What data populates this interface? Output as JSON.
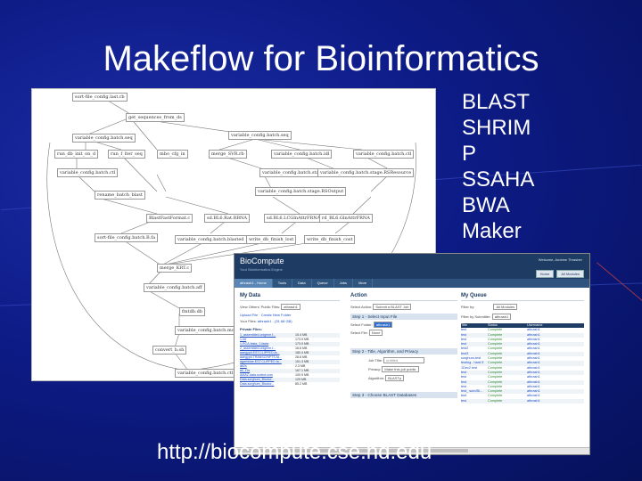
{
  "slide": {
    "title": "Makeflow for Bioinformatics",
    "tools": [
      "BLAST",
      "SHRIM",
      "P",
      "SSAHA",
      "BWA",
      "Maker"
    ],
    "url": "http://biocompute.cse.nd.edu"
  },
  "workflow": {
    "nodes": [
      "sort-file_config.last.rb",
      "get_sequences_from_ds",
      "variable_config.batch.seq",
      "variable_config.batch.seq",
      "run_db_init_on_d",
      "run_f_lter_seq",
      "mbo_cfg_in",
      "merge_SVR.rb",
      "variable_config.batch.idl",
      "variable_config.batch.ctl",
      "variable_config.batch.ctl",
      "variable_config.batch.stage.RSResource",
      "variable_config.batch.stage.RSResource",
      "variable_config.batch.stage.RSOutput",
      "BlastFastFormat.c",
      "rename_batch_blast",
      "sd.BL6.Rat.RBNA",
      "sd.BL6.LCGlnAttrFRNA",
      "rd_BL6.GlnAttrFRNA",
      "sort-file_config.batch.B.fa",
      "variable_config.batch.blasted",
      "write_db_finish_lost",
      "write_db_finish_cost",
      "merge_KRT.c",
      "variable_config.batch.aff",
      "fmtdb.db",
      "variable_config.batch.mod",
      "convert_b.sh",
      "variable_config.batch.ctl"
    ]
  },
  "biocompute": {
    "logo": "BioCompute",
    "subtitle": "Your Bioinformatics Engine",
    "user": "Welcome, Andrew Thrasher",
    "top_buttons": [
      "Home",
      "All Modules"
    ],
    "nav": [
      "athrash1 - Home",
      "Tools",
      "Data",
      "Queue",
      "Jobs",
      "More"
    ],
    "my_data": {
      "heading": "My Data",
      "view_label": "View Others' Public Files:",
      "view_value": "athrash1",
      "links": [
        "Upload File",
        "Create New Folder"
      ],
      "files_label": "Your Files:",
      "files_path": "athrash1 - (31.68 GB)",
      "private_label": "Private Files:",
      "files": [
        {
          "name": "1_assembled.unigene.f...",
          "size": "15.4 MB"
        },
        {
          "name": "1.ref",
          "size": "173.9 MB"
        },
        {
          "name": "1.RCA.fasta_1.fasta",
          "size": "173.9 MB"
        },
        {
          "name": "2_assembled.unigene.f...",
          "size": "16.6 MB"
        },
        {
          "name": "aaegypti.EST.CLIPPED.fa...",
          "size": "180.4 MB"
        },
        {
          "name": "aaegypti.TRANSCRIPTS.fa...",
          "size": "28.6 MB"
        },
        {
          "name": "agambiae.EST.CLIPPED.fa...",
          "size": "151.3 MB"
        },
        {
          "name": "ab2s",
          "size": "2.3 MB"
        },
        {
          "name": "all_11s",
          "size": "167.1 MB"
        },
        {
          "name": "AMAZ.data.sorted.com",
          "size": "100.9 MB"
        },
        {
          "name": "Data.sorghum_Bicolor...",
          "size": "129 MB"
        },
        {
          "name": "Data.sorghum_Bicolor...",
          "size": "85.2 MB"
        }
      ]
    },
    "action": {
      "heading": "Action",
      "select_label": "Select Action:",
      "select_value": "Submit a BLAST Job",
      "step1": "Step 1 - Select Input File",
      "folder_label": "Select Folder:",
      "folder_value": "athrash1",
      "file_label": "Select File:",
      "file_value": "None",
      "step2": "Step 2 - Title, Algorithm, and Privacy",
      "jobtitle_label": "Job Title:",
      "jobtitle_value": "untitled",
      "privacy_label": "Privacy:",
      "privacy_value": "Make this job public",
      "algorithm_label": "Algorithm:",
      "algorithm_value": "BLASTp",
      "step3": "Step 3 - Choose BLAST Databases"
    },
    "queue": {
      "heading": "My Queue",
      "filter_label": "Filter by:",
      "filter_value": "All Modules",
      "submitter_label": "Filter by Submitter:",
      "submitter_value": "athrash1",
      "columns": [
        "Title",
        "Status",
        "Username"
      ],
      "rows": [
        {
          "title": "test",
          "status": "Complete",
          "user": "athrash1"
        },
        {
          "title": "test",
          "status": "Complete",
          "user": "athrash1"
        },
        {
          "title": "test",
          "status": "Complete",
          "user": "athrash1"
        },
        {
          "title": "test",
          "status": "Complete",
          "user": "athrash1"
        },
        {
          "title": "test2",
          "status": "Complete",
          "user": "athrash1"
        },
        {
          "title": "test3",
          "status": "Complete",
          "user": "athrash1"
        },
        {
          "title": "sorghum-test",
          "status": "Complete",
          "user": "athrash1"
        },
        {
          "title": "testing - hard 5",
          "status": "Complete",
          "user": "athrash1"
        },
        {
          "title": "1Dec2 test",
          "status": "Complete",
          "user": "athrash1"
        },
        {
          "title": "test",
          "status": "Complete",
          "user": "athrash1"
        },
        {
          "title": "test",
          "status": "Complete",
          "user": "athrash1"
        },
        {
          "title": "test",
          "status": "Complete",
          "user": "athrash1"
        },
        {
          "title": "test",
          "status": "Complete",
          "user": "athrash1"
        },
        {
          "title": "test_ sum/Bl...",
          "status": "Complete",
          "user": "athrash1"
        },
        {
          "title": "test",
          "status": "Complete",
          "user": "athrash1"
        },
        {
          "title": "test",
          "status": "Complete",
          "user": "athrash1"
        }
      ]
    }
  }
}
